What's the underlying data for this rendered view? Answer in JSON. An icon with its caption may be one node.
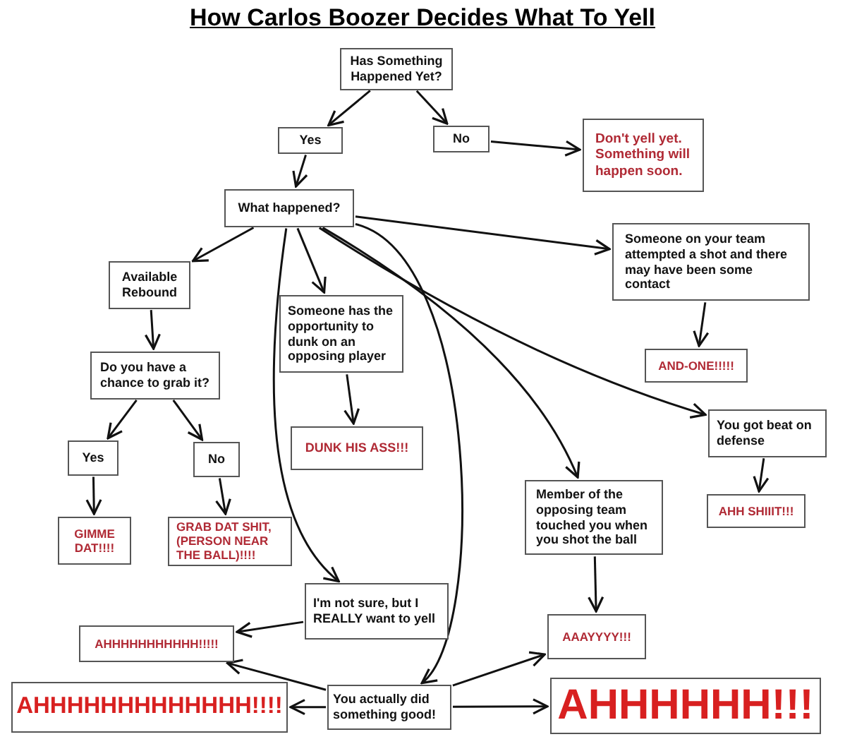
{
  "diagram": {
    "title": "How Carlos Boozer Decides What To Yell",
    "nodes": [
      {
        "text": [
          "Has Something Happened Yet?"
        ]
      },
      {
        "text": [
          "Yes"
        ]
      },
      {
        "text": [
          "No"
        ]
      },
      {
        "text": [
          "Don't yell yet. Something will happen soon."
        ]
      },
      {
        "text": [
          "What happened?"
        ]
      },
      {
        "text": [
          "Available Rebound"
        ]
      },
      {
        "text": [
          "Someone has the opportunity to dunk on an opposing player"
        ]
      },
      {
        "text": [
          "Someone on your team attempted a shot and there may have been some contact"
        ]
      },
      {
        "text": [
          "Do you have a chance to grab it?"
        ]
      },
      {
        "text": [
          "DUNK HIS ASS!!!"
        ]
      },
      {
        "text": [
          "AND-ONE!!!!!"
        ]
      },
      {
        "text": [
          "You got beat on defense"
        ]
      },
      {
        "text": [
          "Yes"
        ]
      },
      {
        "text": [
          "No"
        ]
      },
      {
        "text": [
          "Member of the opposing team touched you when you shot the ball"
        ]
      },
      {
        "text": [
          "AHH SHIIIT!!!"
        ]
      },
      {
        "text": [
          "GIMME DAT!!!!"
        ]
      },
      {
        "text": [
          "GRAB DAT SHIT, (PERSON NEAR THE BALL)!!!!"
        ]
      },
      {
        "text": [
          "I'm not sure, but I REALLY want to yell"
        ]
      },
      {
        "text": [
          "AAAYYYY!!!"
        ]
      },
      {
        "text": [
          "AHHHHHHHHHHH!!!!!"
        ]
      },
      {
        "text": [
          "AHHHHHHHHHHHHH!!!!"
        ]
      },
      {
        "text": [
          "You actually did something good!"
        ]
      },
      {
        "text": [
          "AHHHHHH!!!"
        ]
      }
    ],
    "edges": [
      {
        "from": 0,
        "to": 1,
        "arrow": "to"
      },
      {
        "from": 0,
        "to": 2,
        "arrow": "to"
      },
      {
        "from": 2,
        "to": 3,
        "arrow": "to"
      },
      {
        "from": 1,
        "to": 4,
        "arrow": "to"
      },
      {
        "from": 4,
        "to": 5,
        "arrow": "to"
      },
      {
        "from": 4,
        "to": 18,
        "arrow": "to"
      },
      {
        "from": 4,
        "to": 6,
        "arrow": "to"
      },
      {
        "from": 4,
        "to": 22,
        "arrow": "to"
      },
      {
        "from": 4,
        "to": 14,
        "arrow": "to"
      },
      {
        "from": 4,
        "to": 11,
        "arrow": "to"
      },
      {
        "from": 4,
        "to": 7,
        "arrow": "to"
      },
      {
        "from": 5,
        "to": 8,
        "arrow": "to"
      },
      {
        "from": 6,
        "to": 9,
        "arrow": "to"
      },
      {
        "from": 7,
        "to": 10,
        "arrow": "to"
      },
      {
        "from": 8,
        "to": 12,
        "arrow": "to"
      },
      {
        "from": 8,
        "to": 13,
        "arrow": "to"
      },
      {
        "from": 11,
        "to": 15,
        "arrow": "to"
      },
      {
        "from": 12,
        "to": 16,
        "arrow": "to"
      },
      {
        "from": 13,
        "to": 17,
        "arrow": "to"
      },
      {
        "from": 14,
        "to": 19,
        "arrow": "to"
      },
      {
        "from": 18,
        "to": 20,
        "arrow": "to"
      },
      {
        "from": 22,
        "to": 20,
        "arrow": "to"
      },
      {
        "from": 22,
        "to": 21,
        "arrow": "to"
      },
      {
        "from": 22,
        "to": 19,
        "arrow": "to"
      },
      {
        "from": 22,
        "to": 23,
        "arrow": "to"
      }
    ]
  }
}
